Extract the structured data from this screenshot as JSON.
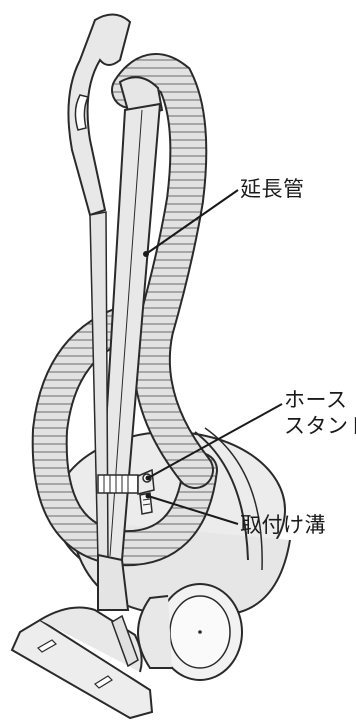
{
  "labels": {
    "extension_pipe": "延長管",
    "hose_stand_line1": "ホース",
    "hose_stand_line2": "スタンド",
    "mounting_groove": "取付け溝"
  },
  "colors": {
    "body": "#e8e8e8",
    "outline": "#2a2a2a",
    "hose": "#d9d9d9"
  }
}
